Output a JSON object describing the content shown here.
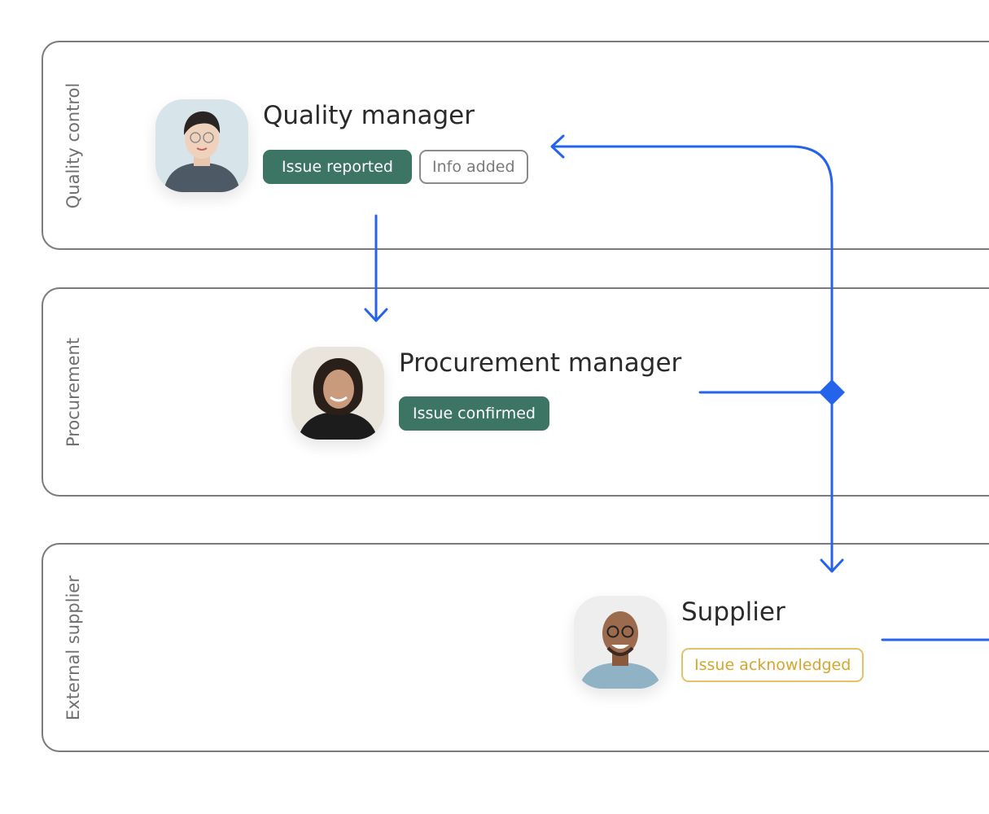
{
  "lanes": [
    {
      "label": "Quality control"
    },
    {
      "label": "Procurement"
    },
    {
      "label": "External supplier"
    }
  ],
  "actors": [
    {
      "title": "Quality manager",
      "tags": [
        "Issue reported",
        "Info added"
      ]
    },
    {
      "title": "Procurement manager",
      "tags": [
        "Issue confirmed"
      ]
    },
    {
      "title": "Supplier",
      "tags": [
        "Issue acknowledged"
      ]
    }
  ],
  "colors": {
    "accent": "#2563eb",
    "tag_green": "#3c7564",
    "tag_yellow": "#d6a62c",
    "lane_border": "#7b7b7b"
  }
}
